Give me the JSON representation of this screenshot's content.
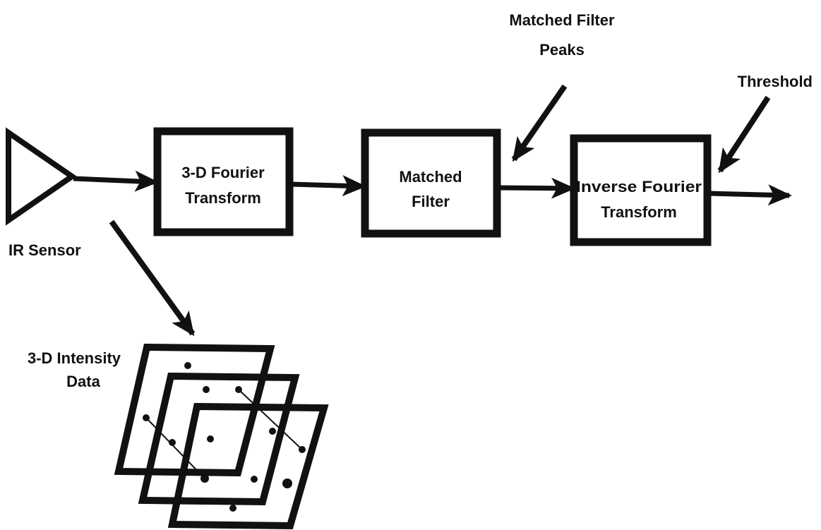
{
  "colors": {
    "ink": "#111111",
    "background": "#ffffff"
  },
  "blocks": {
    "fourier": {
      "line1": "3-D Fourier",
      "line2": "Transform"
    },
    "matched": {
      "line1": "Matched",
      "line2": "Filter"
    },
    "inverse": {
      "line1": "Inverse Fourier",
      "line2": "Transform"
    }
  },
  "labels": {
    "sensor": "IR Sensor",
    "intensity_line1": "3-D Intensity",
    "intensity_line2": "Data",
    "peaks_line1": "Matched Filter",
    "peaks_line2": "Peaks",
    "threshold": "Threshold"
  },
  "icons": {
    "sensor": "triangle-sensor-icon",
    "frames": "stacked-frames-icon"
  }
}
